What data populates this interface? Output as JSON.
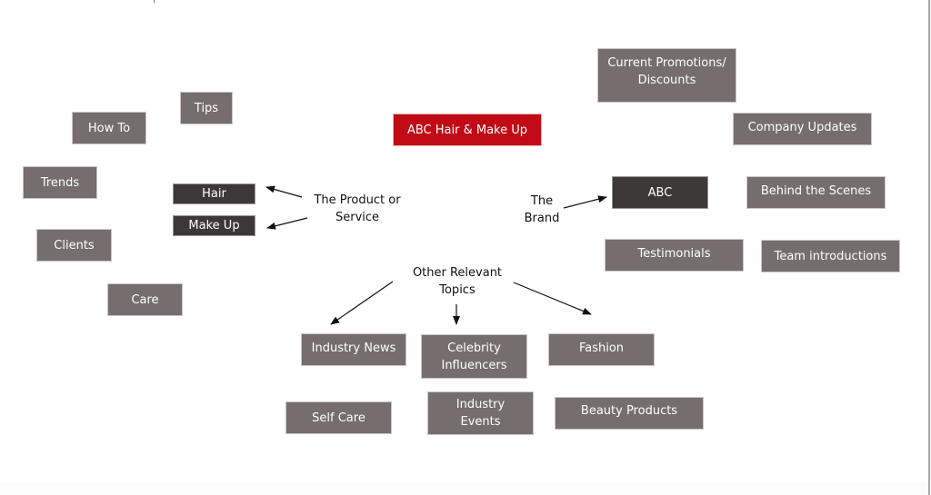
{
  "diagram": {
    "title": "ABC Hair & Make Up",
    "colors": {
      "root": "#c00a16",
      "category": "#3c3838",
      "topic": "#766e6e",
      "text_on_box": "#ffffff",
      "label_text": "#111111"
    },
    "branches": {
      "product": {
        "label": "The Product or\nService",
        "categories": [
          "Hair",
          "Make Up"
        ],
        "topics": [
          "Tips",
          "How To",
          "Trends",
          "Clients",
          "Care"
        ]
      },
      "brand": {
        "label": "The\nBrand",
        "category": "ABC",
        "topics": [
          "Current Promotions/\nDiscounts",
          "Company Updates",
          "Behind the Scenes",
          "Testimonials",
          "Team introductions"
        ]
      },
      "other": {
        "label": "Other Relevant\nTopics",
        "topics": [
          "Industry News",
          "Celebrity\nInfluencers",
          "Fashion",
          "Self Care",
          "Industry\nEvents",
          "Beauty Products"
        ]
      }
    }
  }
}
